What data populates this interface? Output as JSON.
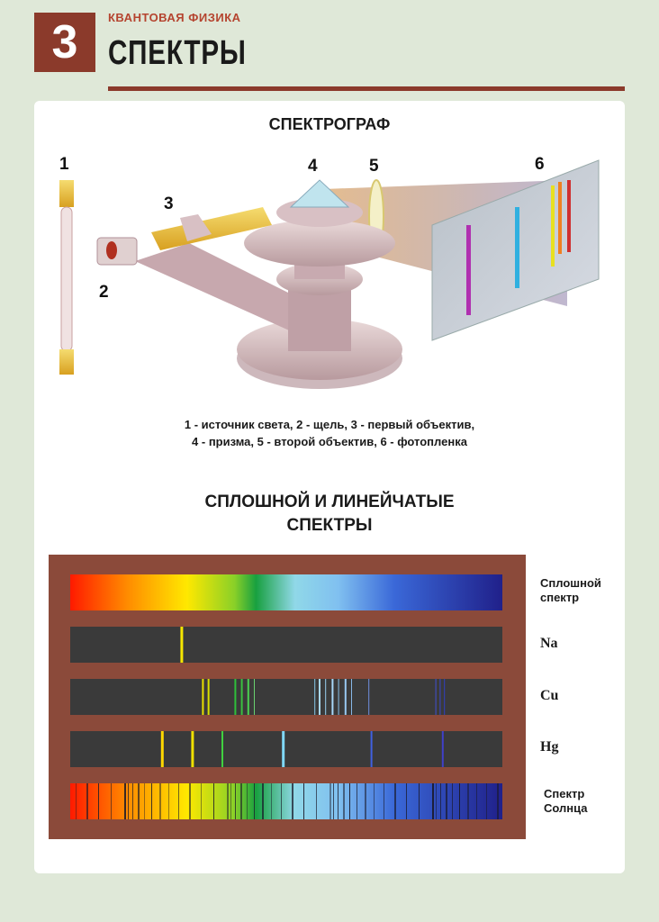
{
  "header": {
    "number": "3",
    "subject": "КВАНТОВАЯ ФИЗИКА",
    "topic": "СПЕКТРЫ"
  },
  "section1": {
    "title": "СПЕКТРОГРАФ",
    "callouts": [
      "1",
      "2",
      "3",
      "4",
      "5",
      "6"
    ],
    "legend_line1": "1 - источник света, 2 - щель, 3 - первый объектив,",
    "legend_line2": "4 - призма, 5 - второй объектив, 6 - фотопленка"
  },
  "section2": {
    "title_line1": "СПЛОШНОЙ И ЛИНЕЙЧАТЫЕ",
    "title_line2": "СПЕКТРЫ",
    "spectra": [
      {
        "label_line1": "Сплошной",
        "label_line2": "спектр"
      },
      {
        "label": "Na",
        "lines": [
          {
            "pos": 0.255,
            "color": "#f5e600",
            "w": 3
          }
        ]
      },
      {
        "label": "Cu",
        "lines": [
          {
            "pos": 0.305,
            "color": "#e8e000",
            "w": 2
          },
          {
            "pos": 0.318,
            "color": "#d8e000",
            "w": 2
          },
          {
            "pos": 0.38,
            "color": "#2fbf3a",
            "w": 2
          },
          {
            "pos": 0.395,
            "color": "#3ac040",
            "w": 2
          },
          {
            "pos": 0.41,
            "color": "#4ad050",
            "w": 2
          },
          {
            "pos": 0.425,
            "color": "#6ad070",
            "w": 1
          },
          {
            "pos": 0.565,
            "color": "#88c8e8",
            "w": 1
          },
          {
            "pos": 0.575,
            "color": "#a8d8f0",
            "w": 2
          },
          {
            "pos": 0.59,
            "color": "#98d0f0",
            "w": 1
          },
          {
            "pos": 0.605,
            "color": "#a8d8f8",
            "w": 2
          },
          {
            "pos": 0.62,
            "color": "#88c0e8",
            "w": 1
          },
          {
            "pos": 0.635,
            "color": "#98c8f0",
            "w": 2
          },
          {
            "pos": 0.65,
            "color": "#88b8e8",
            "w": 1
          },
          {
            "pos": 0.69,
            "color": "#7090e0",
            "w": 1
          },
          {
            "pos": 0.845,
            "color": "#4050d0",
            "w": 1
          },
          {
            "pos": 0.855,
            "color": "#3848c8",
            "w": 1
          },
          {
            "pos": 0.865,
            "color": "#3040c0",
            "w": 1
          }
        ]
      },
      {
        "label": "Hg",
        "lines": [
          {
            "pos": 0.21,
            "color": "#ffd800",
            "w": 3
          },
          {
            "pos": 0.28,
            "color": "#f0e000",
            "w": 3
          },
          {
            "pos": 0.35,
            "color": "#40d040",
            "w": 2
          },
          {
            "pos": 0.49,
            "color": "#80d8f8",
            "w": 3
          },
          {
            "pos": 0.695,
            "color": "#4060e0",
            "w": 2
          },
          {
            "pos": 0.86,
            "color": "#4040c8",
            "w": 2
          }
        ]
      },
      {
        "label_line1": "Спектр",
        "label_line2": "Солнца"
      }
    ]
  }
}
